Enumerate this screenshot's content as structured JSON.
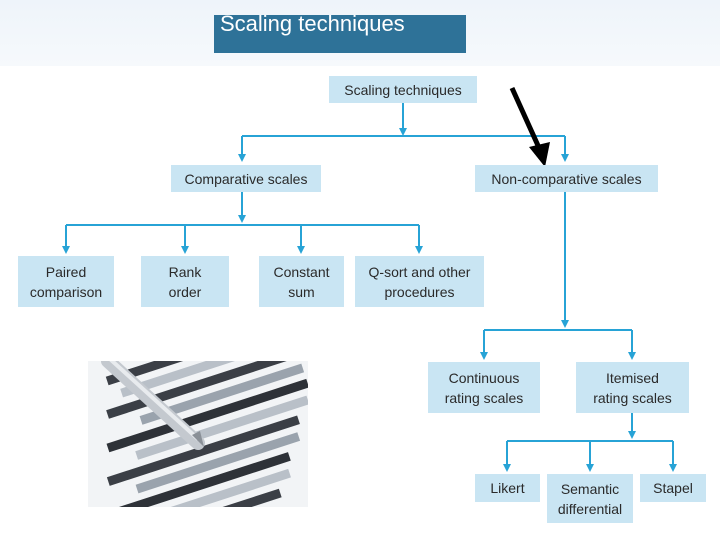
{
  "slide": {
    "title": "Scaling techniques"
  },
  "diagram": {
    "root": "Scaling techniques",
    "comparative": "Comparative scales",
    "non_comparative": "Non-comparative scales",
    "paired": [
      "Paired",
      "comparison"
    ],
    "rank": [
      "Rank",
      "order"
    ],
    "constant": [
      "Constant",
      "sum"
    ],
    "qsort": [
      "Q-sort and other",
      "procedures"
    ],
    "continuous": [
      "Continuous",
      "rating scales"
    ],
    "itemised": [
      "Itemised",
      "rating scales"
    ],
    "likert": "Likert",
    "semantic": [
      "Semantic",
      "differential"
    ],
    "stapel": "Stapel"
  },
  "colors": {
    "node_fill": "#c9e5f3",
    "connector": "#27a3d6",
    "title_bg": "#2e7298",
    "pointer_arrow": "#000000"
  },
  "image": {
    "subject": "pen over bar chart printout"
  }
}
